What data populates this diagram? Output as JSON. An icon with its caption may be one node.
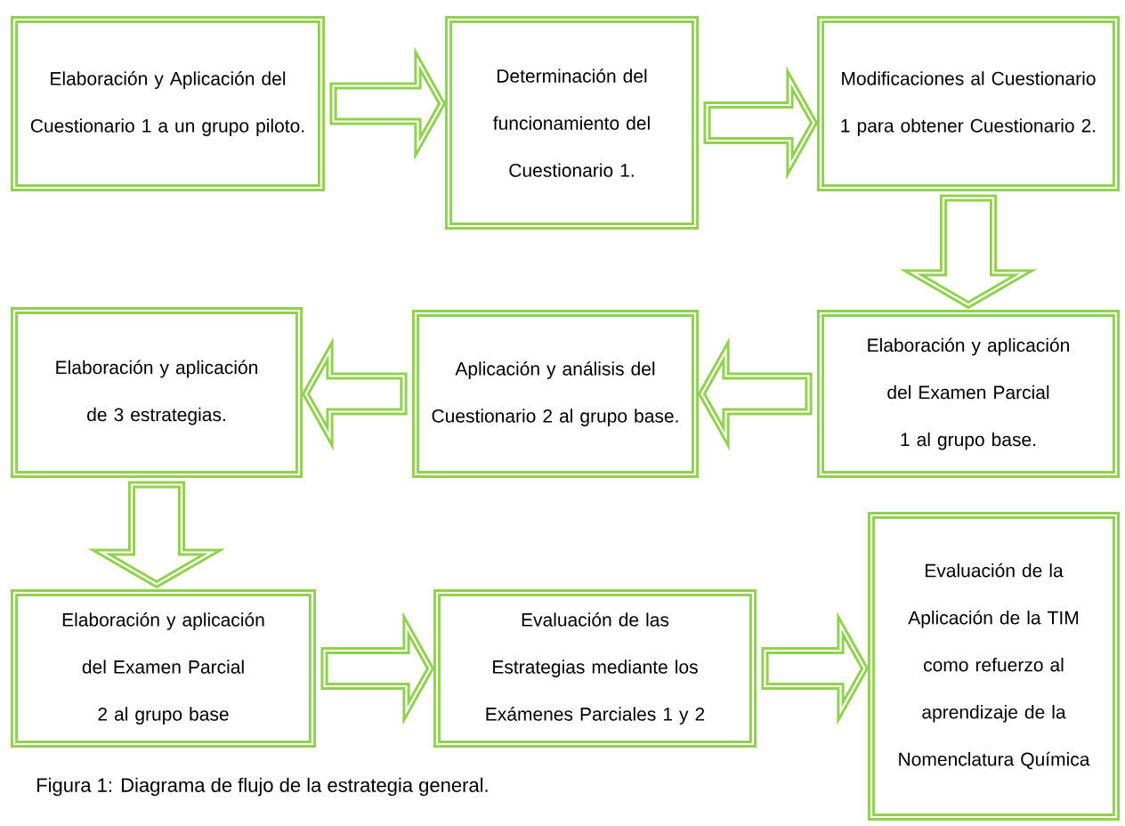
{
  "diagram": {
    "caption": "Figura 1: Diagrama de flujo de la estrategia general.",
    "nodes": [
      {
        "text": [
          "Elaboración y Aplicación del Cuestionario 1 a un grupo piloto."
        ]
      },
      {
        "text": [
          "Determinación del funcionamiento del Cuestionario 1."
        ]
      },
      {
        "text": [
          "Modificaciones al Cuestionario 1 para obtener Cuestionario 2."
        ]
      },
      {
        "text": [
          "Elaboración y aplicación del Examen Parcial 1 al grupo base."
        ]
      },
      {
        "text": [
          "Aplicación y análisis del Cuestionario 2 al grupo base."
        ]
      },
      {
        "text": [
          "Elaboración y aplicación de 3 estrategias."
        ]
      },
      {
        "text": [
          "Elaboración y aplicación del Examen Parcial 2 al grupo base"
        ]
      },
      {
        "text": [
          "Evaluación de las Estrategias mediante los Exámenes Parciales 1 y 2"
        ]
      },
      {
        "text": [
          "Evaluación de la Aplicación de la TIM como refuerzo al aprendizaje de la Nomenclatura Química"
        ]
      }
    ],
    "edges": [
      {
        "from": 0,
        "to": 1,
        "arrow": "to"
      },
      {
        "from": 1,
        "to": 2,
        "arrow": "to"
      },
      {
        "from": 2,
        "to": 3,
        "arrow": "to"
      },
      {
        "from": 3,
        "to": 4,
        "arrow": "to"
      },
      {
        "from": 4,
        "to": 5,
        "arrow": "to"
      },
      {
        "from": 5,
        "to": 6,
        "arrow": "to"
      },
      {
        "from": 6,
        "to": 7,
        "arrow": "to"
      },
      {
        "from": 7,
        "to": 8,
        "arrow": "to"
      }
    ]
  }
}
